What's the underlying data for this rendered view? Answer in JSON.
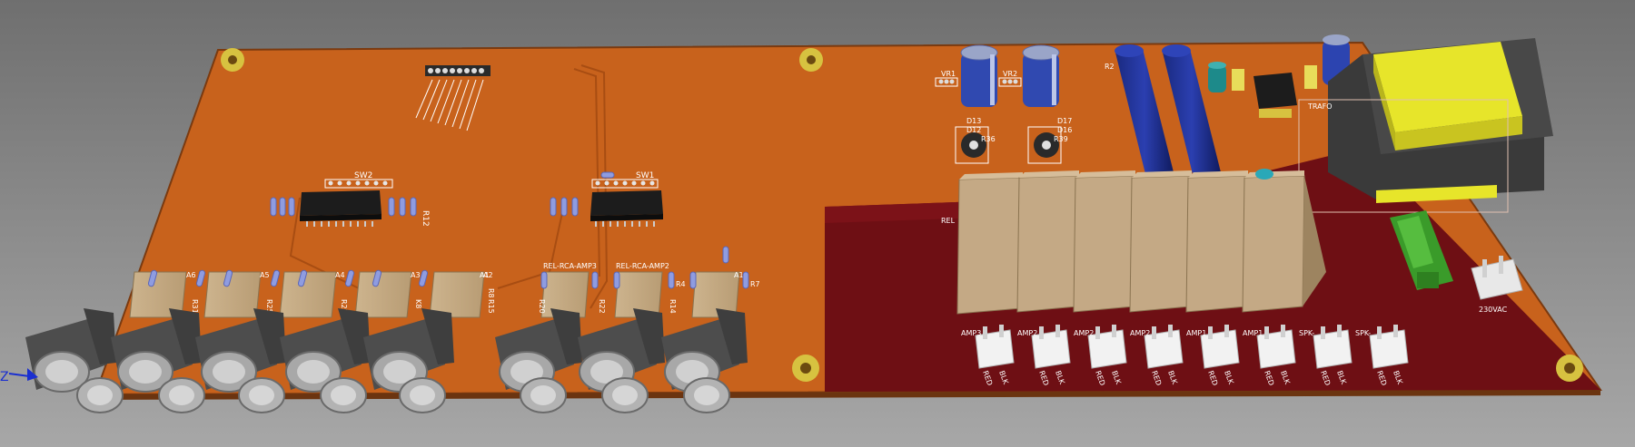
{
  "viewport": {
    "background": "#8d8d8d"
  },
  "board": {
    "colors": {
      "copper": "#c8621c",
      "dark_region": "#6e0f14",
      "silkscreen": "#ffffff",
      "hole_ring": "#e8d450"
    },
    "relays_rca": [
      {
        "label": "A6",
        "ref": "R31"
      },
      {
        "label": "A5",
        "ref": "R25"
      },
      {
        "label": "A4",
        "ref": "R23"
      },
      {
        "label": "A3",
        "ref": "K8"
      },
      {
        "label": "A2",
        "ref": "R15"
      },
      {
        "label": "A1",
        "ref": "R8"
      }
    ],
    "relays_amp": [
      {
        "label": "REL-RCA-AMP3",
        "ref": "R20"
      },
      {
        "label": "REL-RCA-AMP2",
        "ref": "R22"
      },
      {
        "label": "",
        "ref": "R14"
      }
    ],
    "misc_refs": {
      "r7": "R7",
      "r4": "R4",
      "a1": "A1",
      "r12": "R12",
      "r2": "R2"
    },
    "switches": [
      {
        "label": "SW2"
      },
      {
        "label": "SW1"
      }
    ],
    "regulators": [
      {
        "label": "VR1"
      },
      {
        "label": "VR2"
      }
    ],
    "diodes": [
      "D13",
      "D12",
      "D17",
      "D16"
    ],
    "trimmers": [
      "R36",
      "R39"
    ],
    "terminals": [
      {
        "label": "AMP3",
        "pins": [
          "RED",
          "BLK"
        ]
      },
      {
        "label": "AMP2",
        "pins": [
          "RED",
          "BLK"
        ]
      },
      {
        "label": "AMP2",
        "pins": [
          "RED",
          "BLK"
        ]
      },
      {
        "label": "AMP2",
        "pins": [
          "RED",
          "BLK"
        ]
      },
      {
        "label": "AMP1",
        "pins": [
          "RED",
          "BLK"
        ]
      },
      {
        "label": "AMP1",
        "pins": [
          "RED",
          "BLK"
        ]
      },
      {
        "label": "SPK-",
        "pins": [
          "RED",
          "BLK"
        ]
      },
      {
        "label": "SPK-",
        "pins": [
          "RED",
          "BLK"
        ]
      }
    ],
    "power_connector": {
      "label": "230VAC"
    },
    "transformer_label": "TRAFO",
    "relay_area_label": "REL"
  },
  "axis_indicator": {
    "z_label": "Z"
  }
}
